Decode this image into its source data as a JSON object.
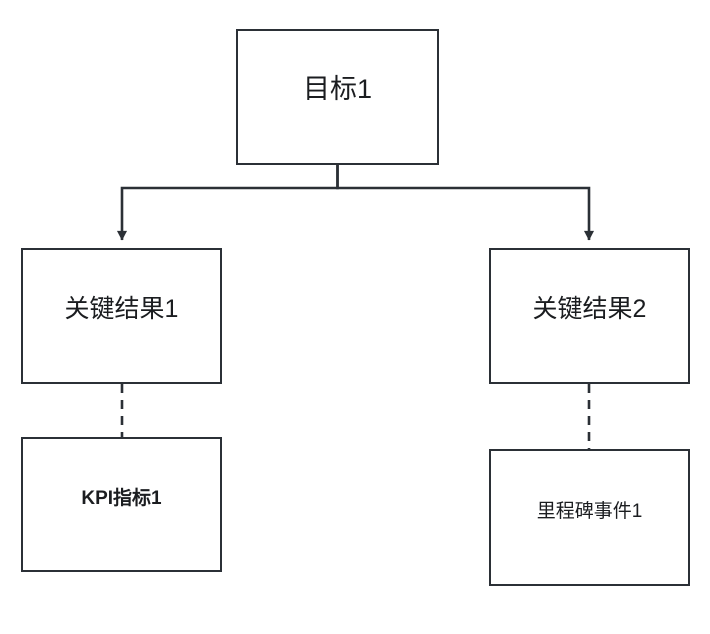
{
  "diagram": {
    "type": "okr-tree",
    "background_color": "#ffffff",
    "stroke_color": "#2b3036",
    "text_color": "#1b1d20",
    "nodes": {
      "objective": {
        "label": "目标1"
      },
      "key_result_1": {
        "label": "关键结果1"
      },
      "key_result_2": {
        "label": "关键结果2"
      },
      "kpi_1": {
        "label": "KPI指标1"
      },
      "milestone_1": {
        "label": "里程碑事件1"
      }
    },
    "edges": [
      {
        "name": "objective-to-key-result-1",
        "style": "solid",
        "arrow": "triangle-filled"
      },
      {
        "name": "objective-to-key-result-2",
        "style": "solid",
        "arrow": "triangle-filled"
      },
      {
        "name": "key-result-1-to-kpi-1",
        "style": "dashed",
        "arrow": "none"
      },
      {
        "name": "key-result-2-to-milestone-1",
        "style": "dashed",
        "arrow": "none"
      }
    ]
  }
}
